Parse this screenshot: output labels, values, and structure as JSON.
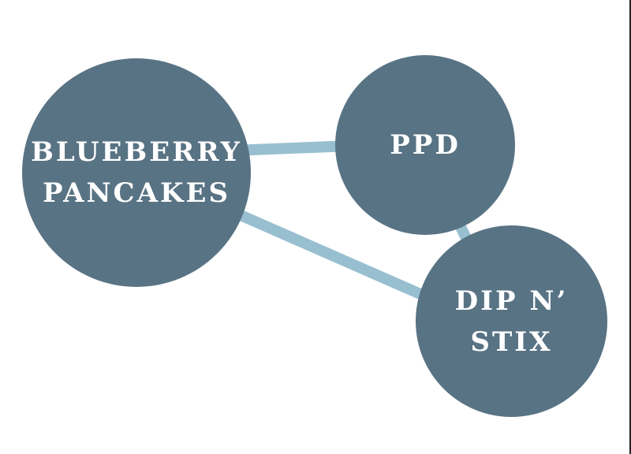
{
  "colors": {
    "background": "#ffffff",
    "node_fill": "#587384",
    "edge": "#98bfcf",
    "label": "#ffffff",
    "right_rule": "#222222"
  },
  "diagram": {
    "nodes": [
      {
        "id": "blueberry-pancakes",
        "label": "BLUEBERRY\nPANCAKES"
      },
      {
        "id": "ppd",
        "label": "PPD"
      },
      {
        "id": "dip-n-stix",
        "label": "DIP N’\nSTIX"
      }
    ],
    "edges": [
      {
        "from": "blueberry-pancakes",
        "to": "ppd"
      },
      {
        "from": "blueberry-pancakes",
        "to": "dip-n-stix"
      },
      {
        "from": "ppd",
        "to": "dip-n-stix"
      }
    ]
  }
}
